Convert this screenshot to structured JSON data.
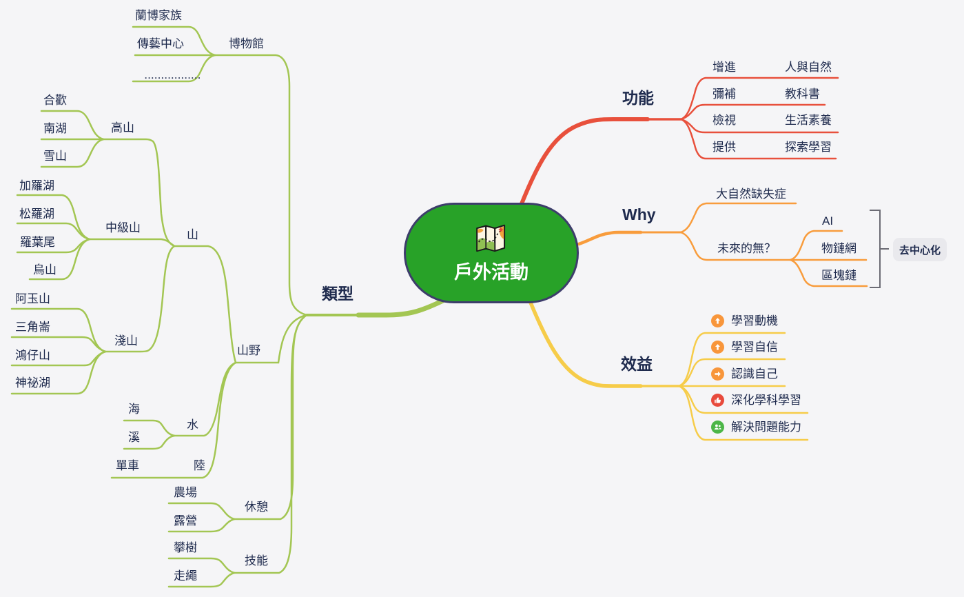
{
  "mindmap": {
    "central": {
      "label": "戶外活動",
      "icon": "folded-map-icon"
    },
    "types": {
      "label": "類型",
      "museum": {
        "label": "博物館",
        "items": [
          "蘭博家族",
          "傳藝中心",
          "................."
        ]
      },
      "wild": {
        "label": "山野",
        "mountain": {
          "label": "山",
          "high": {
            "label": "高山",
            "items": [
              "合歡",
              "南湖",
              "雪山"
            ]
          },
          "mid": {
            "label": "中級山",
            "items": [
              "加羅湖",
              "松羅湖",
              "羅葉尾",
              "烏山"
            ]
          },
          "low": {
            "label": "淺山",
            "items": [
              "阿玉山",
              "三角崙",
              "鴻仔山",
              "神祕湖"
            ]
          }
        },
        "water": {
          "label": "水",
          "items": [
            "海",
            "溪"
          ]
        },
        "land": {
          "label": "陸",
          "items": [
            "單車"
          ]
        }
      },
      "rest": {
        "label": "休憩",
        "items": [
          "農場",
          "露營"
        ]
      },
      "skill": {
        "label": "技能",
        "items": [
          "攀樹",
          "走繩"
        ]
      }
    },
    "functions": {
      "label": "功能",
      "rows": [
        {
          "verb": "增進",
          "object": "人與自然"
        },
        {
          "verb": "彌補",
          "object": "教科書"
        },
        {
          "verb": "檢視",
          "object": "生活素養"
        },
        {
          "verb": "提供",
          "object": "探索學習"
        }
      ]
    },
    "why": {
      "label": "Why",
      "nature_deficit": {
        "label": "大自然缺失症"
      },
      "future": {
        "label": "未來的無？",
        "items": [
          "AI",
          "物鏈網",
          "區塊鏈"
        ]
      },
      "summary": {
        "label": "去中心化"
      }
    },
    "benefits": {
      "label": "效益",
      "items": [
        {
          "icon": "up-arrow-icon",
          "label": "學習動機"
        },
        {
          "icon": "up-arrow-icon",
          "label": "學習自信"
        },
        {
          "icon": "right-arrow-icon",
          "label": "認識自己"
        },
        {
          "icon": "thumbs-up-icon",
          "label": "深化學科學習"
        },
        {
          "icon": "people-icon",
          "label": "解決問題能力"
        }
      ]
    },
    "colors": {
      "types_branch": "#a3c653",
      "functions_branch": "#e8503c",
      "why_branch": "#f89c3c",
      "benefits_branch": "#f6cc49",
      "central_fill": "#28a228",
      "central_border": "#3d3d6b",
      "text": "#1e2a4d",
      "summary_bracket": "#6b6b74",
      "summary_box_bg": "#e9e9ed"
    }
  }
}
